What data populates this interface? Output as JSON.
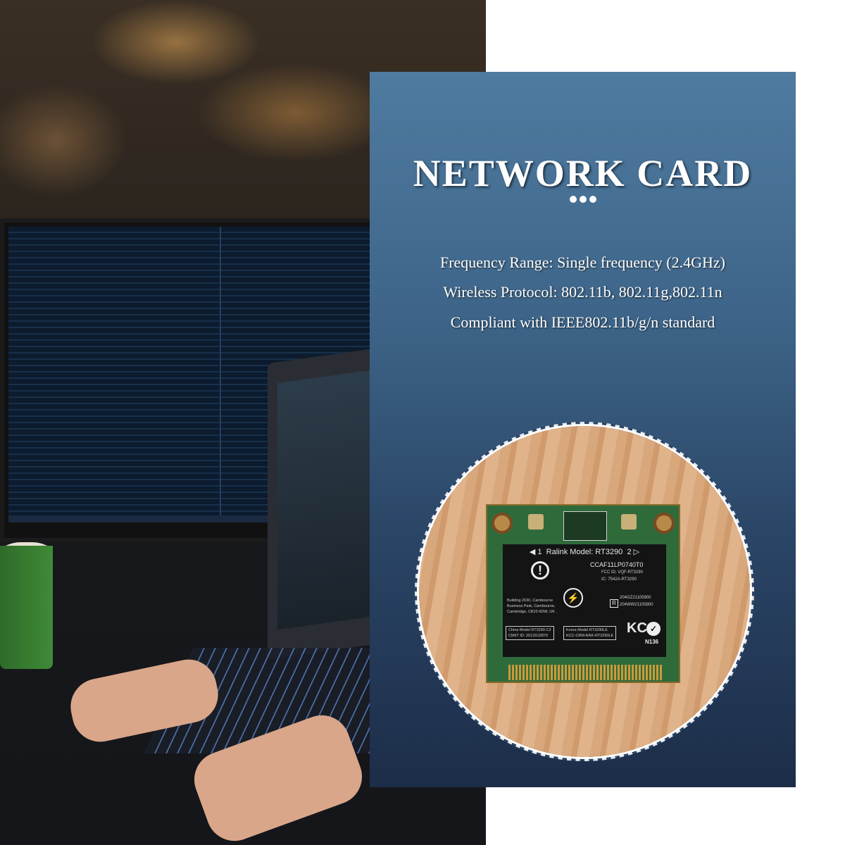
{
  "panel": {
    "title": "NETWORK CARD",
    "specs": [
      "Frequency Range: Single frequency (2.4GHz)",
      "Wireless Protocol: 802.11b, 802.11g,802.11n",
      "Compliant with IEEE802.11b/g/n standard"
    ],
    "colors": {
      "top": "#4f7ba0",
      "bottom": "#1c2d48"
    }
  },
  "card_label": {
    "antenna_1": "1",
    "model": "Ralink Model: RT3290",
    "antenna_2": "2",
    "ncc": "CCAF11LP0740T0",
    "fcc": "FCC ID: VQF-RT3290",
    "ic": "IC: 7542A-RT3290",
    "telec_1": "204GZ21105900",
    "telec_2": "204WW21105800",
    "address": "Building 2030, Cambourne Business Park, Cambourne, Cambridge, CB23 6DW, UK .",
    "china_model": "China Model RT3290-C2",
    "cmiit": "CMIIT ID: 2012DJ2870",
    "korea_model": "Korea Model RT3290LE",
    "kcc": "KCC-CRM-RAK-RT3290LE",
    "kc_mark": "KC",
    "ctick_code": "N136"
  }
}
